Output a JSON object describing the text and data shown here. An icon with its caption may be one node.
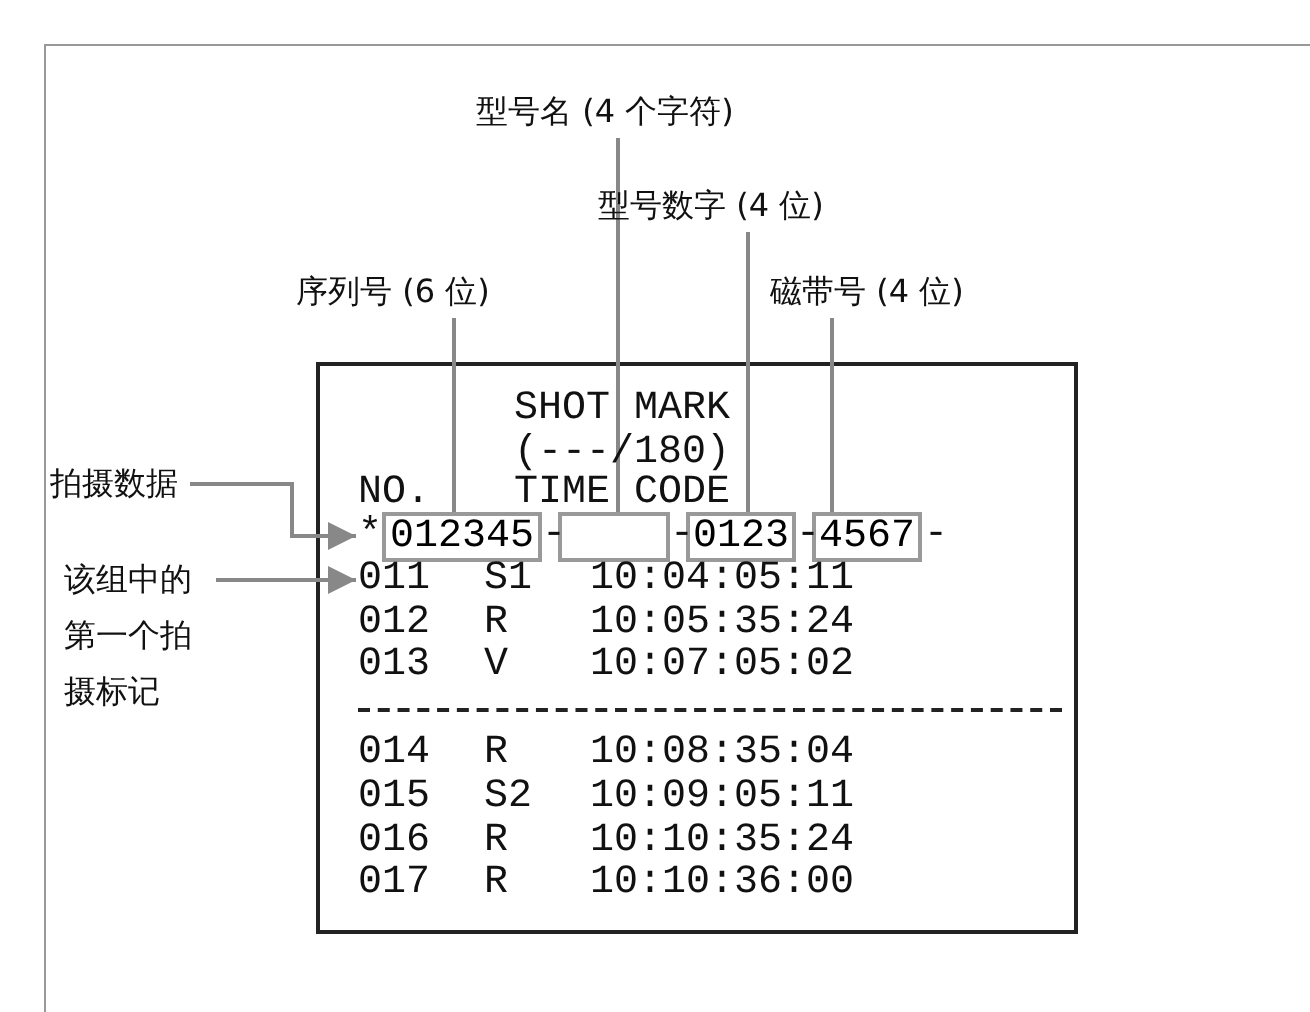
{
  "diagram": {
    "nodes": [
      {
        "text": [
          "型号名 (4 个字符)"
        ]
      },
      {
        "text": [
          "型号数字 (4 位)"
        ]
      },
      {
        "text": [
          "序列号 (6 位)"
        ]
      },
      {
        "text": [
          "磁带号 (4 位)"
        ]
      },
      {
        "text": [
          "SHOT MARK (---/180)",
          "NO.",
          "TIME CODE"
        ]
      },
      {
        "text": [
          "拍摄数据"
        ]
      },
      {
        "text": [
          "该组中的第一个拍摄标记"
        ]
      },
      {
        "text": [
          "012345"
        ],
        "in": 4
      },
      {
        "text": [],
        "shape": "box",
        "in": 4
      },
      {
        "text": [
          "0123"
        ],
        "in": 4
      },
      {
        "text": [
          "4567"
        ],
        "in": 4
      },
      {
        "text": [
          "*"
        ],
        "in": 4
      },
      {
        "text": [
          "011"
        ],
        "in": 4
      }
    ],
    "edges": [
      {
        "from": 2,
        "to": 7,
        "arrow": "none"
      },
      {
        "from": 0,
        "to": 8,
        "arrow": "none"
      },
      {
        "from": 1,
        "to": 9,
        "arrow": "none"
      },
      {
        "from": 3,
        "to": 10,
        "arrow": "none"
      },
      {
        "from": 5,
        "to": 11,
        "arrow": "to"
      },
      {
        "from": 6,
        "to": 12,
        "arrow": "to"
      }
    ],
    "labels": [
      "-",
      "-",
      "-",
      "-",
      "S1",
      "10:04:05:11",
      "012",
      "R",
      "10:05:35:24",
      "013",
      "V",
      "10:07:05:02",
      "014",
      "R",
      "10:08:35:04",
      "015",
      "S2",
      "10:09:05:11",
      "016",
      "R",
      "10:10:35:24",
      "017",
      "R",
      "10:10:36:00"
    ]
  }
}
